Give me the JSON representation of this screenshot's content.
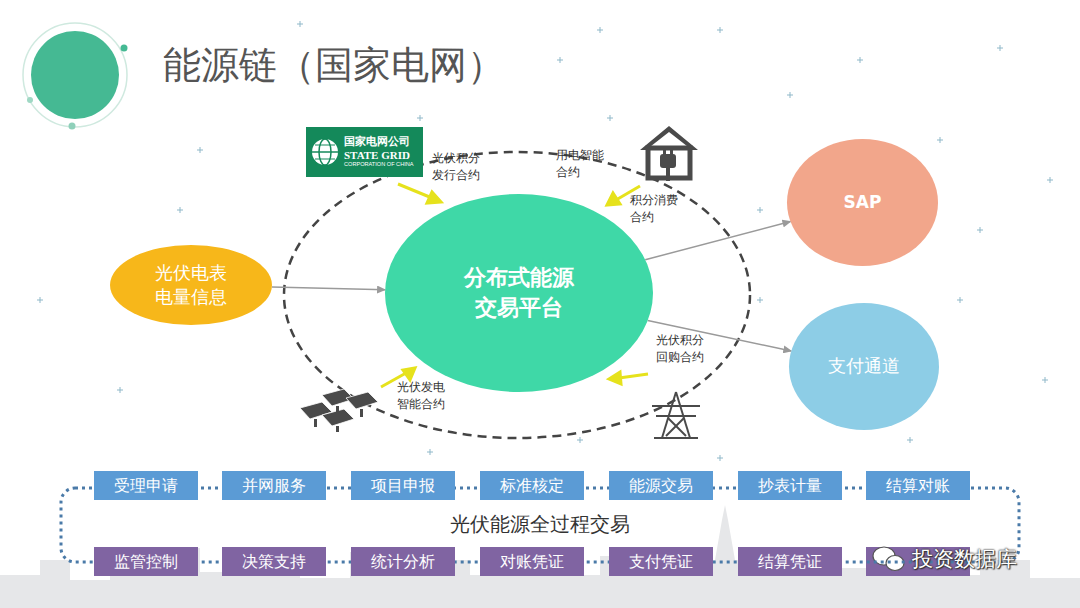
{
  "diagram": {
    "title": "能源链（国家电网）",
    "nodes": [
      {
        "text": [
          "国家电网公司",
          "STATE GRID",
          "CORPORATION OF CHINA"
        ]
      },
      {
        "text": [
          "光伏电表 电量信息"
        ]
      },
      {
        "text": [
          "分布式能源 交易平台"
        ]
      },
      {
        "text": [
          "SAP"
        ]
      },
      {
        "text": [
          "支付通道"
        ]
      },
      {
        "text": [
          "光伏能源全过程交易"
        ]
      },
      {
        "text": [
          "受理申请"
        ],
        "in": 5
      },
      {
        "text": [
          "并网服务"
        ],
        "in": 5
      },
      {
        "text": [
          "项目申报"
        ],
        "in": 5
      },
      {
        "text": [
          "标准核定"
        ],
        "in": 5
      },
      {
        "text": [
          "能源交易"
        ],
        "in": 5
      },
      {
        "text": [
          "抄表计量"
        ],
        "in": 5
      },
      {
        "text": [
          "结算对账"
        ],
        "in": 5
      },
      {
        "text": [
          "监管控制"
        ],
        "in": 5
      },
      {
        "text": [
          "决策支持"
        ],
        "in": 5
      },
      {
        "text": [
          "统计分析"
        ],
        "in": 5
      },
      {
        "text": [
          "对账凭证"
        ],
        "in": 5
      },
      {
        "text": [
          "支付凭证"
        ],
        "in": 5
      },
      {
        "text": [
          "结算凭证"
        ],
        "in": 5
      }
    ],
    "edges": [
      {
        "from": 1,
        "to": 2,
        "arrow": "to"
      },
      {
        "from": 2,
        "to": 3,
        "arrow": "to"
      },
      {
        "from": 2,
        "to": 4,
        "arrow": "to"
      }
    ],
    "labels": [
      "光伏积分 发行合约",
      "用电智能 合约",
      "积分消费 合约",
      "光伏积分 回购合约",
      "光伏发电 智能合约",
      "投资数据库"
    ]
  }
}
